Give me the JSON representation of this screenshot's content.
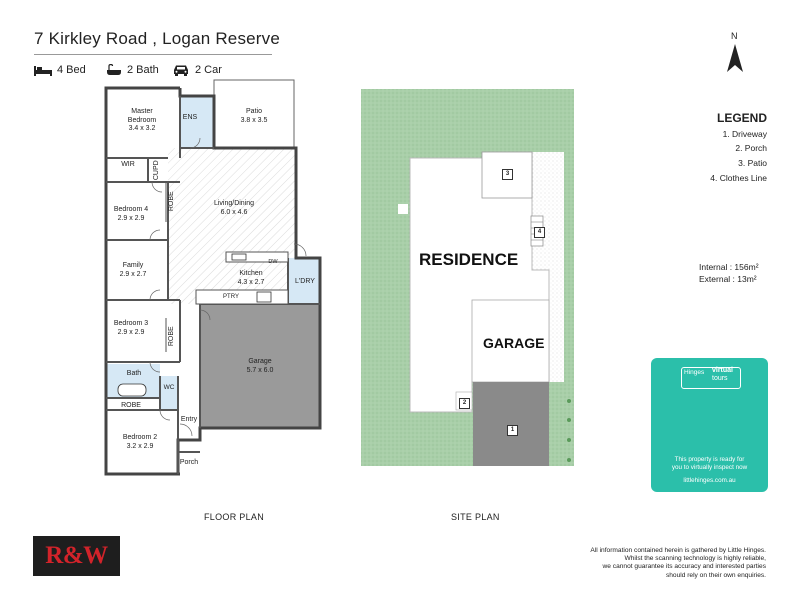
{
  "header": {
    "title": "7 Kirkley Road , Logan Reserve",
    "bed": "4 Bed",
    "bath": "2 Bath",
    "car": "2 Car"
  },
  "floor_plan": {
    "caption": "FLOOR PLAN",
    "rooms": [
      {
        "name": "Master",
        "name2": "Bedroom",
        "size": "3.4 x 3.2"
      },
      {
        "name": "ENS"
      },
      {
        "name": "Patio",
        "size": "3.8 x 3.5"
      },
      {
        "name": "WIR"
      },
      {
        "name": "CUPD"
      },
      {
        "name": "Bedroom 4",
        "size": "2.9 x 2.9"
      },
      {
        "name": "ROBE"
      },
      {
        "name": "Living/Dining",
        "size": "6.0 x 4.6"
      },
      {
        "name": "Family",
        "size": "2.9 x 2.7"
      },
      {
        "name": "Kitchen",
        "size": "4.3 x 2.7"
      },
      {
        "name": "DW"
      },
      {
        "name": "L'DRY"
      },
      {
        "name": "PTRY"
      },
      {
        "name": "Bedroom 3",
        "size": "2.9 x 2.9"
      },
      {
        "name": "ROBE"
      },
      {
        "name": "Garage",
        "size": "5.7 x 6.0"
      },
      {
        "name": "Bath"
      },
      {
        "name": "WC"
      },
      {
        "name": "ROBE"
      },
      {
        "name": "Entry"
      },
      {
        "name": "Bedroom 2",
        "size": "3.2 x 2.9"
      },
      {
        "name": "Porch"
      }
    ]
  },
  "site_plan": {
    "caption": "SITE PLAN",
    "residence": "RESIDENCE",
    "garage": "GARAGE",
    "markers": [
      "1",
      "2",
      "3",
      "4"
    ]
  },
  "compass": {
    "label": "N"
  },
  "legend": {
    "title": "LEGEND",
    "items": [
      "1. Driveway",
      "2. Porch",
      "3. Patio",
      "4. Clothes Line"
    ]
  },
  "areas": {
    "internal": "Internal  : 156m²",
    "external": "External :  13m²"
  },
  "virtual_tour": {
    "brand": "Hinges",
    "virtual": "virtual",
    "tours": "tours",
    "text_line1": "This property is ready for",
    "text_line2": "you to virtually inspect now",
    "url": "littlehinges.com.au"
  },
  "agency": {
    "logo_text": "R&W"
  },
  "disclaimer": {
    "lines": [
      "All information contained herein is gathered by Little Hinges.",
      "Whilst the scanning technology is highly reliable,",
      "we cannot guarantee its accuracy and interested parties",
      "should rely on their own enquiries."
    ]
  },
  "colors": {
    "wall": "#444444",
    "hatch": "#cccccc",
    "garage_fill": "#9a9a9a",
    "lawn": "#a9cfa9",
    "driveway": "#8a8a8a",
    "wet_area": "#d6e8f5",
    "tour_card": "#2bbfaa",
    "agency_red": "#d2232a"
  }
}
